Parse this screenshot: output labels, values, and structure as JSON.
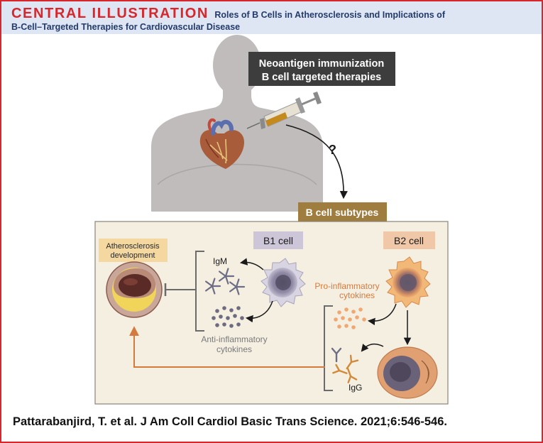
{
  "header": {
    "tag": "CENTRAL ILLUSTRATION",
    "title_line1": "Roles of B Cells in Atherosclerosis and Implications of",
    "title_line2": "B-Cell–Targeted Therapies for Cardiovascular Disease"
  },
  "therapy_box": {
    "line1": "Neoantigen immunization",
    "line2": "B cell targeted therapies"
  },
  "question_mark": "?",
  "subtypes_tab": "B cell subtypes",
  "atherosclerosis_label": {
    "line1": "Atherosclerosis",
    "line2": "development"
  },
  "b1": {
    "label": "B1 cell",
    "igm_label": "IgM",
    "anti_inflammatory": {
      "line1": "Anti-inflammatory",
      "line2": "cytokines"
    }
  },
  "b2": {
    "label": "B2 cell",
    "pro_inflammatory": {
      "line1": "Pro-inflammatory",
      "line2": "cytokines"
    },
    "igg_label": "IgG"
  },
  "citation": "Pattarabanjird, T. et al. J Am Coll Cardiol Basic Trans Science. 2021;6:546-546.",
  "colors": {
    "frame": "#d7262c",
    "header_bg": "#dde6f2",
    "title_blue": "#233a6b",
    "panel_bg": "#f5efe2",
    "tab_bg": "#9f7d3f",
    "b1_badge": "#cdc6d9",
    "b2_badge": "#f0c8a8",
    "orange": "#d47a3c",
    "gray": "#6b6b6b"
  }
}
